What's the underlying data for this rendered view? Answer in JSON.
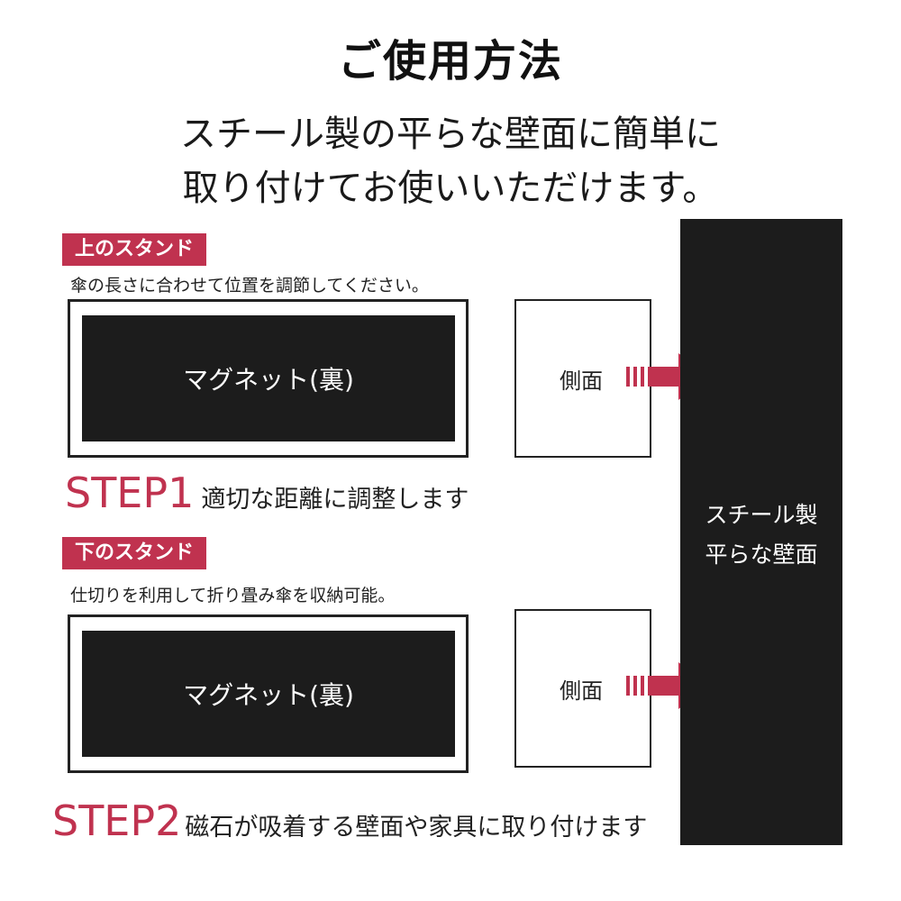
{
  "title": "ご使用方法",
  "subtitle_line1": "スチール製の平らな壁面に簡単に",
  "subtitle_line2": "取り付けてお使いいただけます。",
  "accent_color": "#c0324f",
  "upper": {
    "tag": "上のスタンド",
    "note": "傘の長さに合わせて位置を調節してください。",
    "magnet_label": "マグネット(裏)",
    "side_label": "側面"
  },
  "step1": {
    "number": "STEP1",
    "text": "適切な距離に調整します"
  },
  "lower": {
    "tag": "下のスタンド",
    "note": "仕切りを利用して折り畳み傘を収納可能。",
    "magnet_label": "マグネット(裏)",
    "side_label": "側面"
  },
  "step2": {
    "number": "STEP2",
    "text": "磁石が吸着する壁面や家具に取り付けます"
  },
  "wall": {
    "line1": "スチール製",
    "line2": "平らな壁面"
  }
}
